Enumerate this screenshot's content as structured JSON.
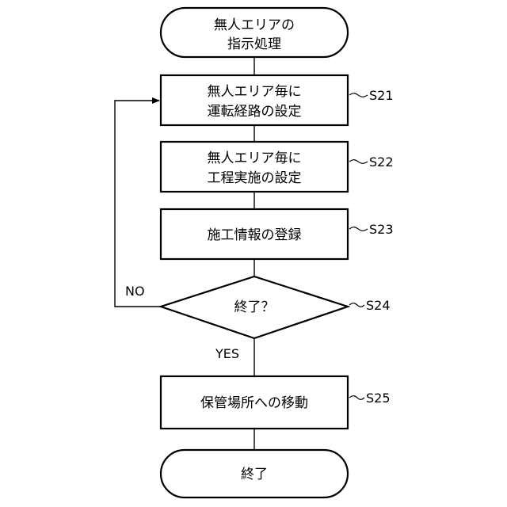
{
  "flowchart": {
    "start": {
      "line1": "無人エリアの",
      "line2": "指示処理"
    },
    "steps": [
      {
        "id": "S21",
        "line1": "無人エリア毎に",
        "line2": "運転経路の設定"
      },
      {
        "id": "S22",
        "line1": "無人エリア毎に",
        "line2": "工程実施の設定"
      },
      {
        "id": "S23",
        "line1": "施工情報の登録"
      }
    ],
    "decision": {
      "id": "S24",
      "text": "終了？",
      "no_label": "NO",
      "yes_label": "YES"
    },
    "final_step": {
      "id": "S25",
      "text": "保管場所への移動"
    },
    "end": {
      "text": "終了"
    }
  }
}
